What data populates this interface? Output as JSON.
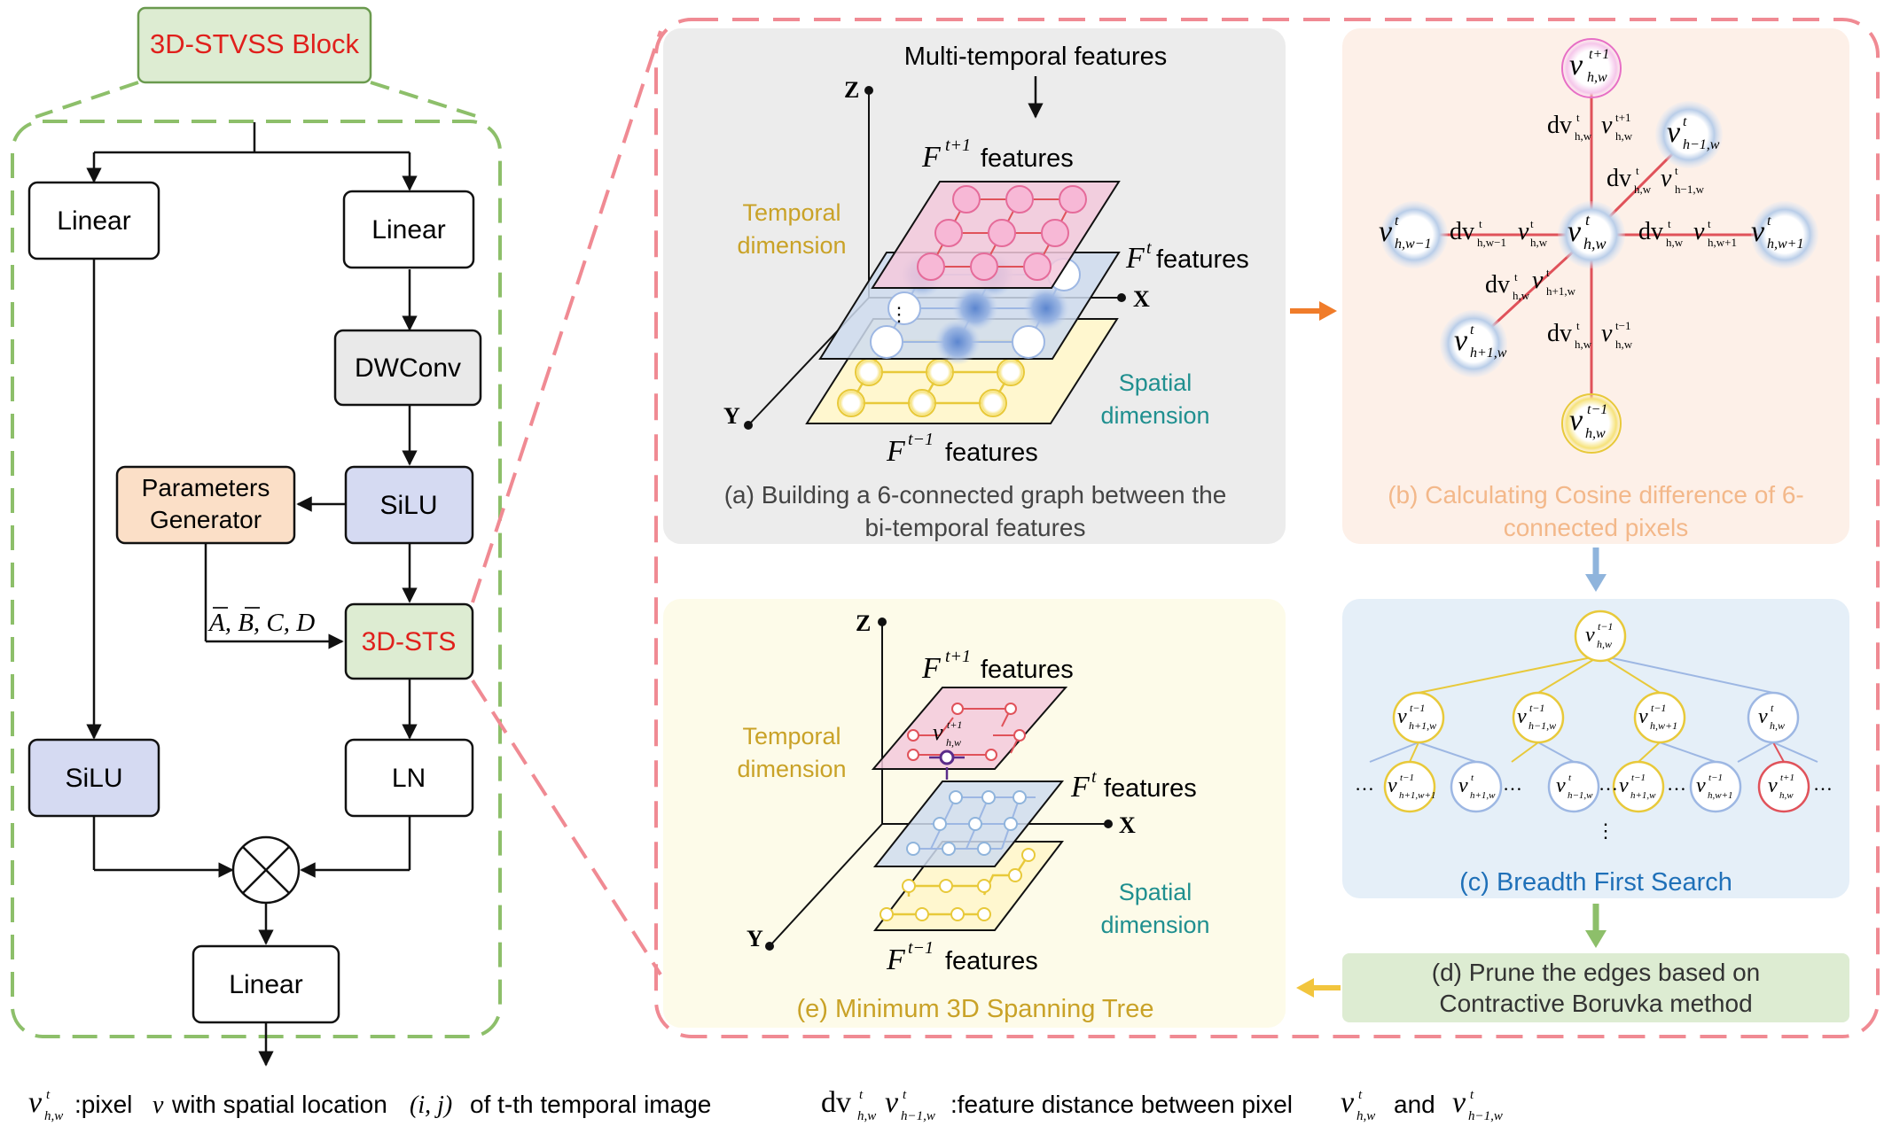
{
  "block": {
    "title": "3D-STVSS Block",
    "linear_left": "Linear",
    "linear_right": "Linear",
    "dwconv": "DWConv",
    "silu_right": "SiLU",
    "params_line1": "Parameters",
    "params_line2": "Generator",
    "params_label": "A, B, C, D",
    "sts": "3D-STS",
    "silu_left": "SiLU",
    "ln": "LN",
    "linear_bottom": "Linear"
  },
  "panel_a": {
    "multi_temporal": "Multi-temporal features",
    "f_next": "features",
    "f_curr": "features",
    "f_prev": "features",
    "temporal_line1": "Temporal",
    "temporal_line2": "dimension",
    "spatial_line1": "Spatial",
    "spatial_line2": "dimension",
    "axis_z": "Z",
    "axis_x": "X",
    "axis_y": "Y",
    "caption_line1": "(a) Building a 6-connected graph between the",
    "caption_line2": "bi-temporal features"
  },
  "panel_b": {
    "caption_line1": "(b) Calculating Cosine difference of 6-",
    "caption_line2": "connected pixels"
  },
  "panel_c": {
    "caption": "(c) Breadth First Search"
  },
  "panel_d": {
    "caption_line1": "(d) Prune the edges based on",
    "caption_line2": "Contractive Boruvka method"
  },
  "panel_e": {
    "f_next": "features",
    "f_curr": "features",
    "f_prev": "features",
    "temporal_line1": "Temporal",
    "temporal_line2": "dimension",
    "spatial_line1": "Spatial",
    "spatial_line2": "dimension",
    "axis_z": "Z",
    "axis_x": "X",
    "axis_y": "Y",
    "caption": "(e) Minimum 3D Spanning Tree"
  },
  "legend": {
    "pixel_desc_a": ":pixel",
    "pixel_desc_b": "with spatial location",
    "pixel_desc_c": "of t-th temporal image",
    "dist_desc_a": ":feature distance between pixel",
    "dist_desc_b": "and"
  },
  "colors": {
    "green_dash": "#8dbf6a",
    "pink_dash": "#f08a93",
    "red_text": "#e0201c",
    "gold_text": "#c9a227",
    "teal_text": "#1f8f8f",
    "silu_fill": "#d5daf2",
    "params_fill": "#fbdfc7",
    "sts_fill": "#ddecd2",
    "edge_red": "#e0525a"
  }
}
